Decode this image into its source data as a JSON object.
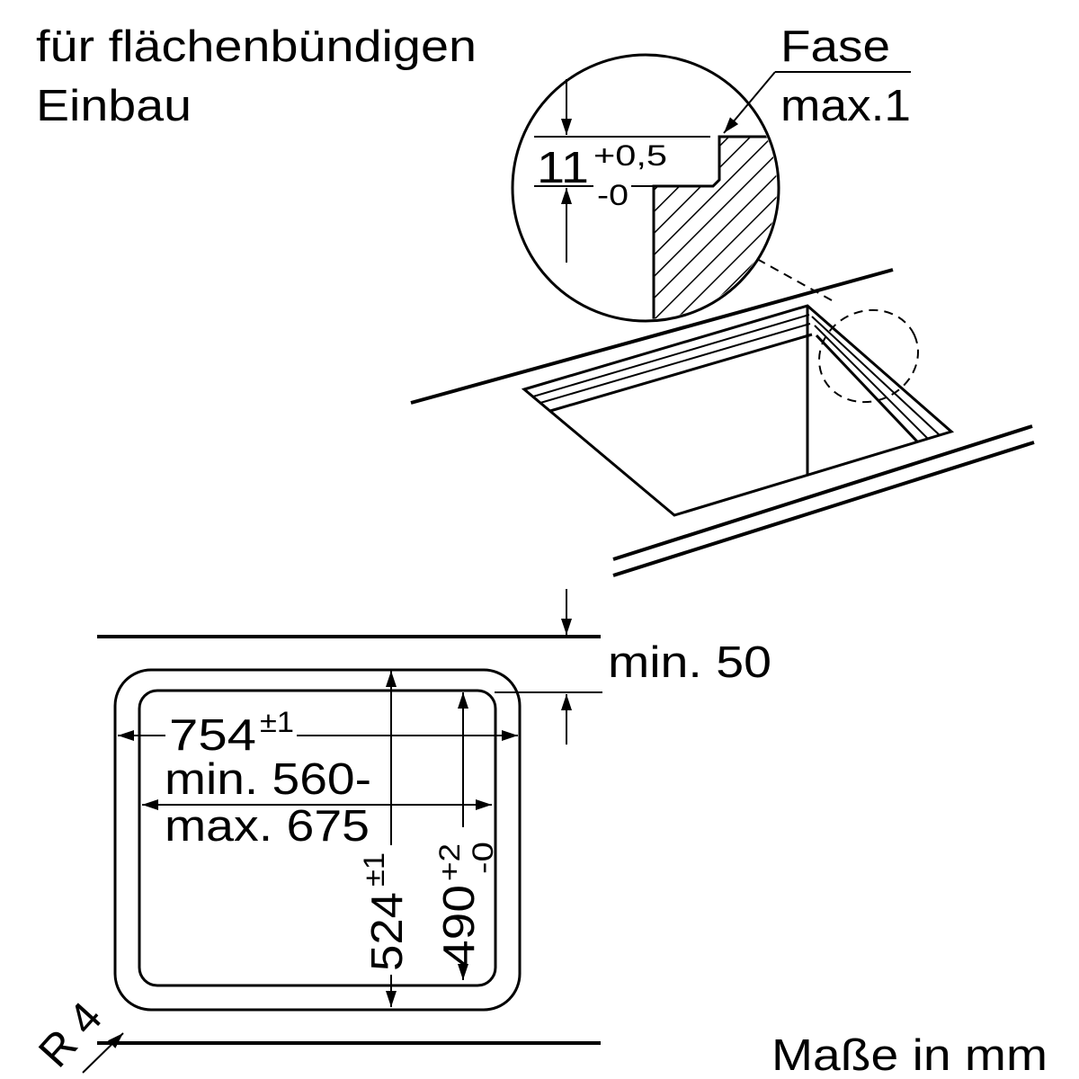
{
  "header": {
    "line1": "für flächenbündigen",
    "line2": "Einbau"
  },
  "detail": {
    "chamfer_label": "Fase",
    "chamfer_value": "max.1",
    "rebate_depth": "11",
    "rebate_tol_plus": "+0,5",
    "rebate_tol_minus": "-0"
  },
  "plan": {
    "clearance": "min. 50",
    "outer_width": "754",
    "outer_width_tol": "±1",
    "cutout_width_line1": "min. 560-",
    "cutout_width_line2": "max. 675",
    "outer_depth": "524",
    "outer_depth_tol": "±1",
    "cutout_depth": "490",
    "cutout_depth_tol_plus": "+2",
    "cutout_depth_tol_minus": "-0",
    "corner_radius": "R 4"
  },
  "units": "Maße in mm",
  "colors": {
    "ink": "#000000",
    "paper": "#ffffff"
  }
}
